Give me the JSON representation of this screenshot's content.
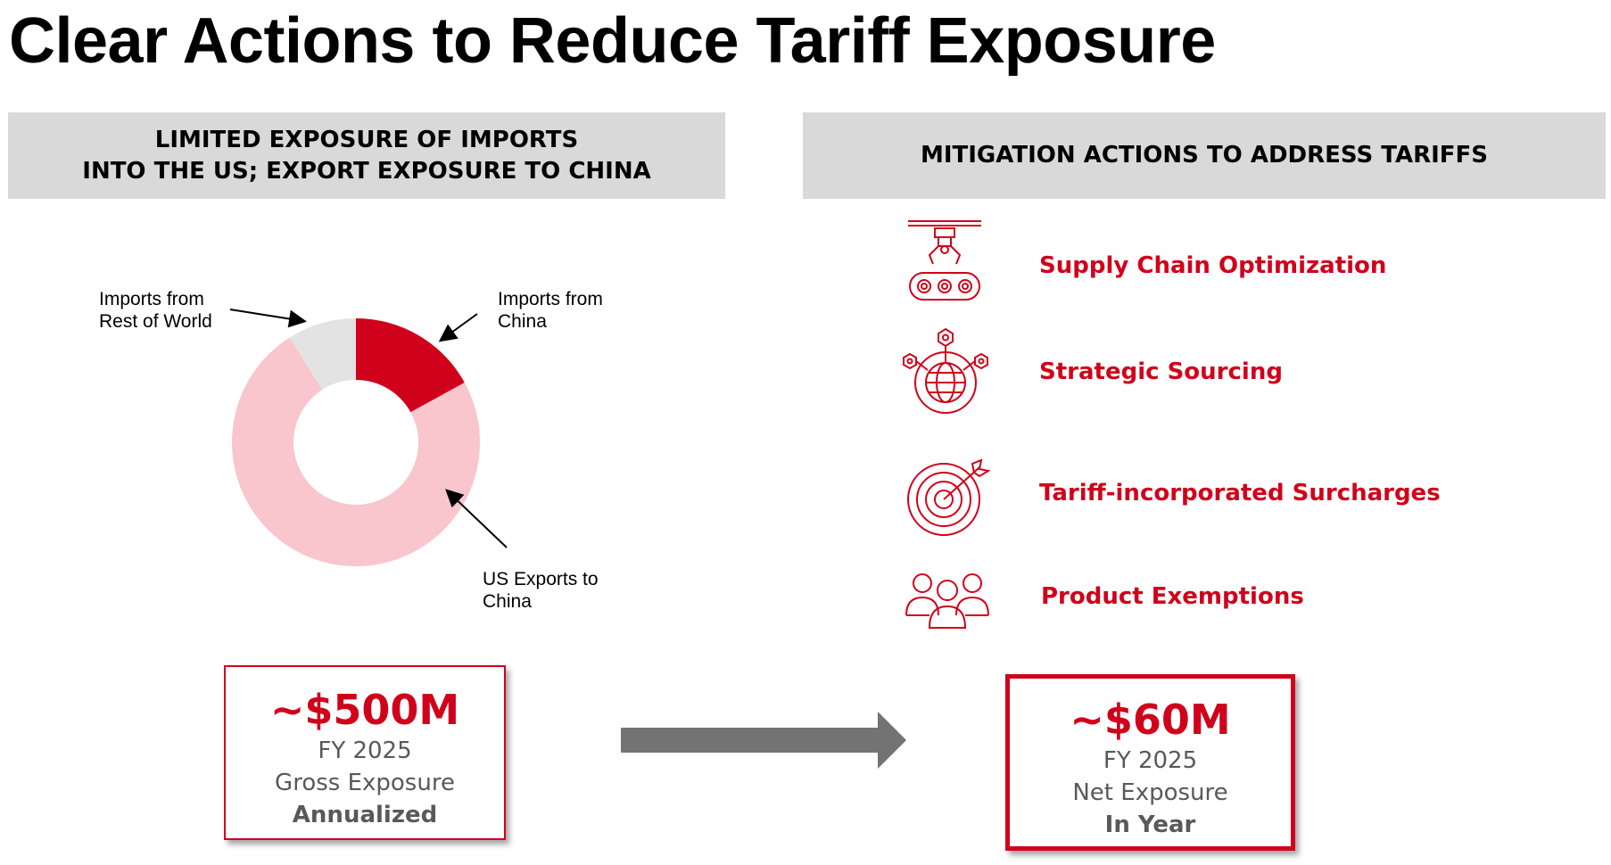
{
  "title": "Clear Actions to Reduce Tariff Exposure",
  "left_panel": {
    "header_line1": "LIMITED EXPOSURE OF IMPORTS",
    "header_line2": "INTO THE US; EXPORT EXPOSURE TO CHINA"
  },
  "right_panel": {
    "header": "MITIGATION ACTIONS TO ADDRESS TARIFFS",
    "actions": [
      {
        "label": "Supply Chain Optimization",
        "icon": "robotic-arm-conveyor-icon"
      },
      {
        "label": "Strategic Sourcing",
        "icon": "globe-network-icon"
      },
      {
        "label": "Tariff-incorporated Surcharges",
        "icon": "target-arrow-icon"
      },
      {
        "label": "Product Exemptions",
        "icon": "people-group-icon"
      }
    ]
  },
  "chart_data": {
    "type": "pie",
    "style": "donut",
    "slices": [
      {
        "label_line1": "Imports from",
        "label_line2": "China",
        "value": 17,
        "color": "#d0021b"
      },
      {
        "label_line1": "US Exports to",
        "label_line2": "China",
        "value": 74,
        "color": "#f8c6cc"
      },
      {
        "label_line1": "Imports from",
        "label_line2": "Rest of World",
        "value": 9,
        "color": "#e3e3e3"
      }
    ]
  },
  "gross": {
    "value": "~$500M",
    "line1": "FY 2025",
    "line2": "Gross Exposure",
    "line3": "Annualized"
  },
  "net": {
    "value": "~$60M",
    "line1": "FY 2025",
    "line2": "Net Exposure",
    "line3": "In Year"
  },
  "colors": {
    "accent": "#d0021b",
    "header_bg": "#d9d9d9",
    "arrow": "#737373"
  }
}
